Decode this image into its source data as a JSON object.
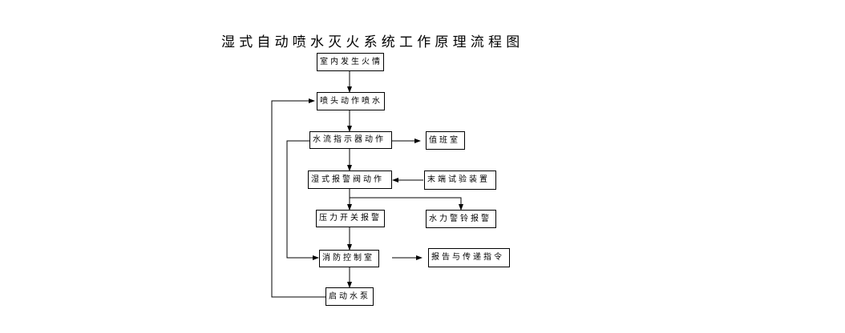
{
  "diagram": {
    "title": "湿式自动喷水灭火系统工作原理流程图",
    "nodes": {
      "fire": "室内发生火情",
      "sprinkler": "喷头动作喷水",
      "flow_indicator": "水流指示器动作",
      "duty_room": "值班室",
      "alarm_valve": "湿式报警阀动作",
      "end_test": "末端试验装置",
      "pressure_switch": "压力开关报警",
      "water_bell": "水力警铃报警",
      "control_room": "消防控制室",
      "report": "报告与传递指令",
      "pump": "启动水泵"
    }
  }
}
